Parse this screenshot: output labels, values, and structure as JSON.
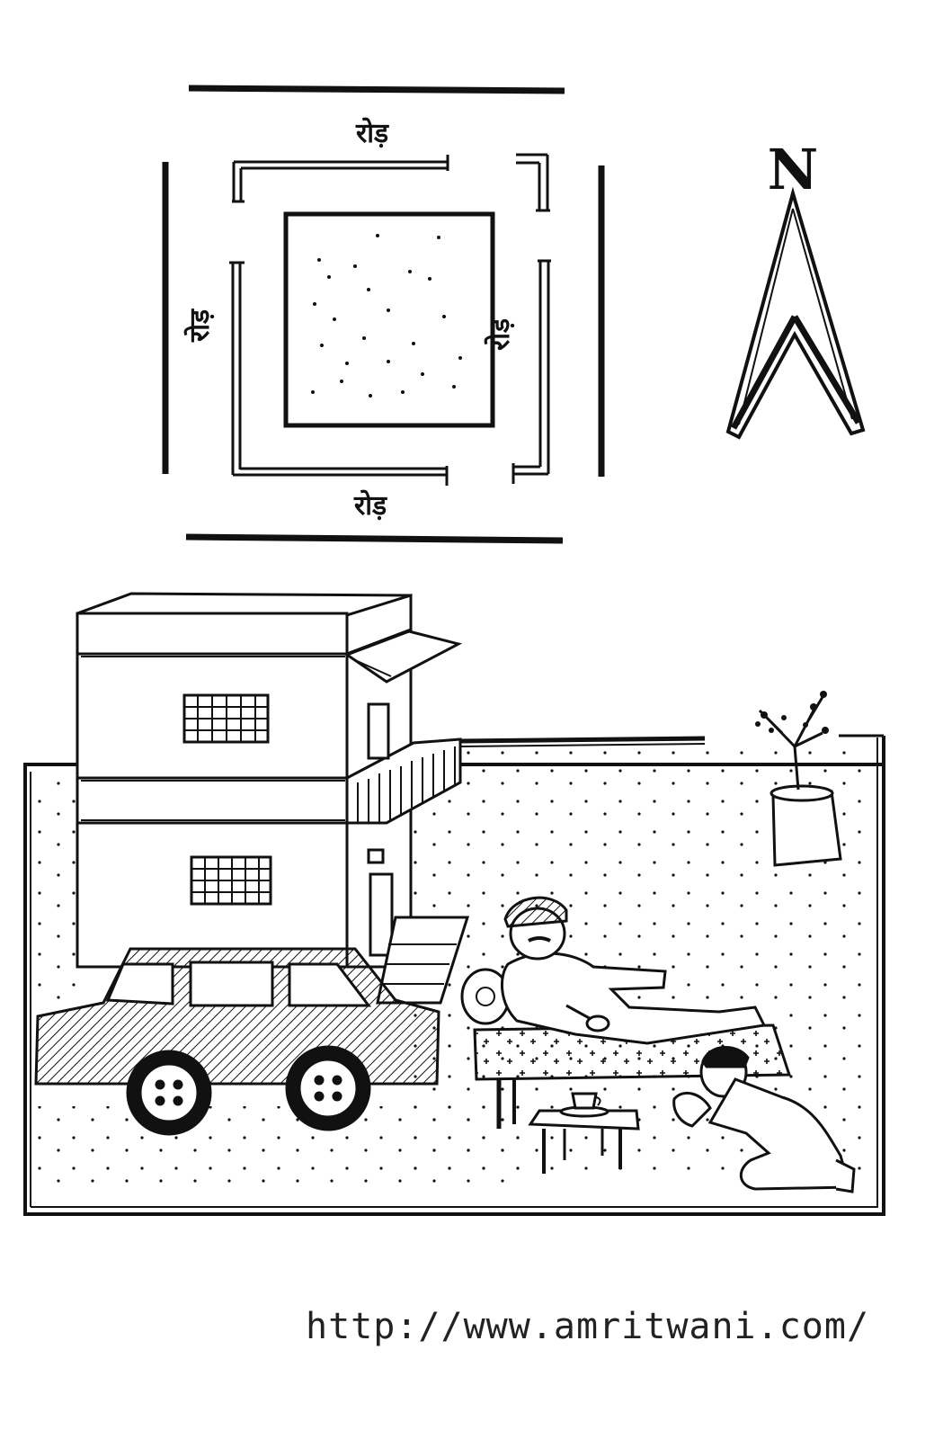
{
  "site_plan": {
    "road_top": "रोड़",
    "road_bottom": "रोड़",
    "road_left": "रोड़",
    "road_right": "रोड़"
  },
  "compass": {
    "label": "N"
  },
  "footer": {
    "url": "http://www.amritwani.com/"
  },
  "colors": {
    "ink": "#111111",
    "paper": "#ffffff"
  }
}
